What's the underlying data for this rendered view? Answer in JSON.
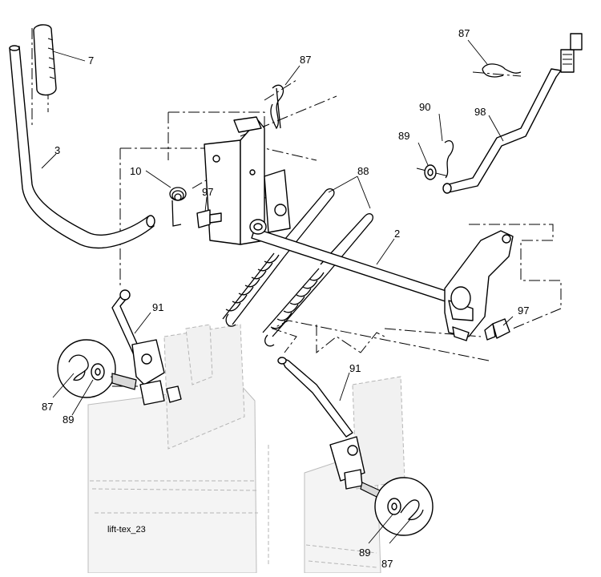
{
  "diagram": {
    "caption": "lift-tex_23",
    "callouts": {
      "handle_grip": "7",
      "lift_handle": "3",
      "clip_top": "87",
      "clip_right": "87",
      "torsion_spring": "10",
      "bolt_left": "97",
      "springs": "88",
      "lift_shaft": "2",
      "clip_90": "90",
      "washer_89_top": "89",
      "rod_98": "98",
      "bolt_right": "97",
      "link_left": "91",
      "link_right": "91",
      "detail_left_clip": "87",
      "detail_left_washer": "89",
      "detail_right_washer": "89",
      "detail_right_clip": "87"
    }
  }
}
